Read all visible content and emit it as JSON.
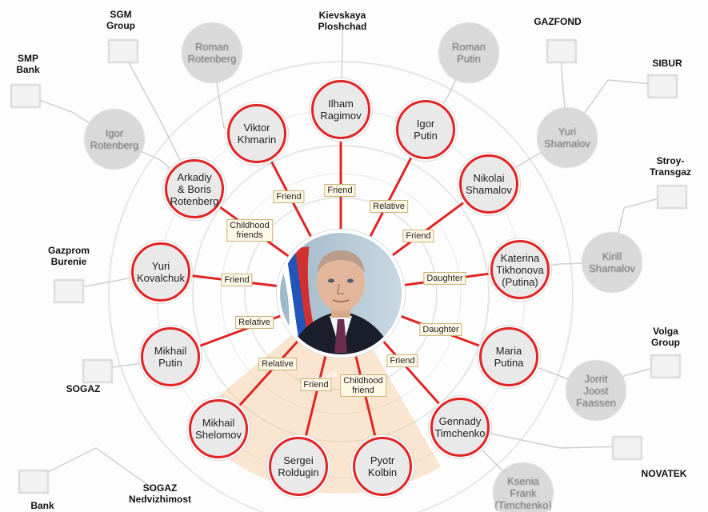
{
  "colors": {
    "accent": "#e02424",
    "sector": "#f4c79a",
    "label_bg": "#fff8e6"
  },
  "center": {
    "name": "Vladimir Putin portrait"
  },
  "inner_people": [
    {
      "id": "khmarin",
      "name": "Viktor\nKhmarin",
      "relation": "Friend"
    },
    {
      "id": "ragimov",
      "name": "Ilham\nRagimov",
      "relation": "Friend"
    },
    {
      "id": "igor-putin",
      "name": "Igor\nPutin",
      "relation": "Relative"
    },
    {
      "id": "arkadiy",
      "name": "Arkadiy\n& Boris\nRotenberg",
      "relation": "Childhood\nfriends"
    },
    {
      "id": "nikolai",
      "name": "Nikolai\nShamalov",
      "relation": "Friend"
    },
    {
      "id": "kovalchuk",
      "name": "Yuri\nKovalchuk",
      "relation": "Friend"
    },
    {
      "id": "tikhonova",
      "name": "Katerina\nTikhonova\n(Putina)",
      "relation": "Daughter"
    },
    {
      "id": "mikhail-putin",
      "name": "Mikhail\nPutin",
      "relation": "Relative"
    },
    {
      "id": "maria",
      "name": "Maria\nPutina",
      "relation": "Daughter"
    },
    {
      "id": "shelomov",
      "name": "Mikhail\nShelomov",
      "relation": "Relative"
    },
    {
      "id": "roldugin",
      "name": "Sergei\nRoldugin",
      "relation": "Friend"
    },
    {
      "id": "kolbin",
      "name": "Pyotr\nKolbin",
      "relation": "Childhood\nfriend"
    },
    {
      "id": "timchenko",
      "name": "Gennady\nTimchenko",
      "relation": "Friend"
    }
  ],
  "outer_people": [
    {
      "id": "roman-rotenberg",
      "name": "Roman\nRotenberg"
    },
    {
      "id": "roman-putin",
      "name": "Roman\nPutin"
    },
    {
      "id": "igor-rotenberg",
      "name": "Igor\nRotenberg"
    },
    {
      "id": "yuri-shamalov",
      "name": "Yuri\nShamalov"
    },
    {
      "id": "kirill",
      "name": "Kirill\nShamalov"
    },
    {
      "id": "jorrit",
      "name": "Jorrit\nJoost\nFaassen"
    },
    {
      "id": "ksenia",
      "name": "Ksenia Frank\n(Timchenko)"
    }
  ],
  "companies": [
    {
      "id": "sgm",
      "name": "SGM\nGroup"
    },
    {
      "id": "kievskaya",
      "name": "Kievskaya\nPloshchad"
    },
    {
      "id": "gazfond",
      "name": "GAZFOND"
    },
    {
      "id": "smp",
      "name": "SMP\nBank"
    },
    {
      "id": "sibur",
      "name": "SIBUR"
    },
    {
      "id": "stroy",
      "name": "Stroy-\nTransgaz"
    },
    {
      "id": "gazprom-b",
      "name": "Gazprom\nBurenie"
    },
    {
      "id": "volga",
      "name": "Volga\nGroup"
    },
    {
      "id": "sogaz",
      "name": "SOGAZ"
    },
    {
      "id": "novatek",
      "name": "NOVATEK"
    },
    {
      "id": "sogaz-n",
      "name": "SOGAZ\nNedvizhimost"
    },
    {
      "id": "bank",
      "name": "Bank"
    }
  ],
  "sector_caption": "Offshore"
}
